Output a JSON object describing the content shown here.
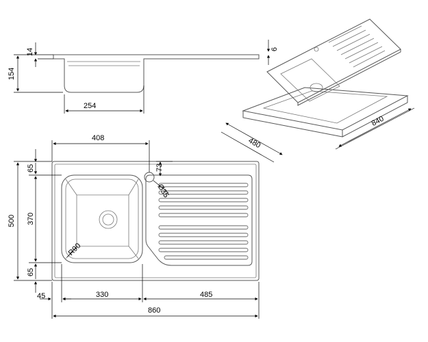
{
  "dimensions": {
    "side_depth_rim": "14",
    "side_depth_total": "154",
    "side_bowl_width": "254",
    "iso_rim_thickness": "6",
    "iso_cutout_depth": "480",
    "iso_cutout_width": "840",
    "top_offset_to_tap": "408",
    "top_margin": "65",
    "bowl_height": "370",
    "bottom_margin": "65",
    "total_depth": "500",
    "tap_offset": "73",
    "tap_hole": "Ø35",
    "corner_radius": "R90",
    "left_margin": "45",
    "bowl_width": "330",
    "drainer_width": "485",
    "total_width": "860"
  }
}
